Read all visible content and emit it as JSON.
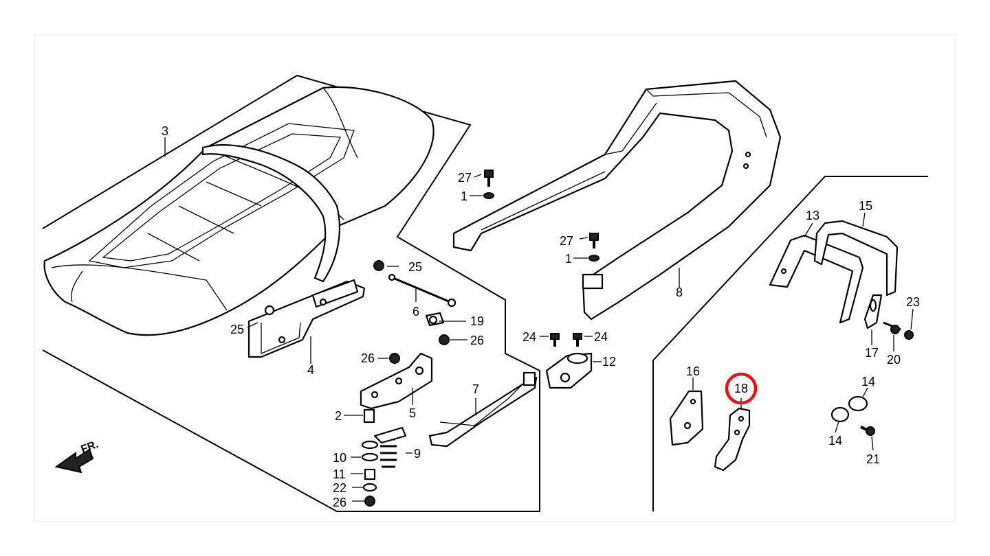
{
  "diagram": {
    "front_marker": "FR.",
    "highlight_color": "#e0141c",
    "highlighted_part": "18",
    "part_labels": {
      "p3": "3",
      "p4": "4",
      "p25a": "25",
      "p25b": "25",
      "p6": "6",
      "p19": "19",
      "p26a": "26",
      "p26b": "26",
      "p26c": "26",
      "p5": "5",
      "p2": "2",
      "p7": "7",
      "p9": "9",
      "p10": "10",
      "p11": "11",
      "p22": "22",
      "p27a": "27",
      "p1a": "1",
      "p27b": "27",
      "p1b": "1",
      "p8": "8",
      "p24a": "24",
      "p24b": "24",
      "p12": "12",
      "p13": "13",
      "p15": "15",
      "p23": "23",
      "p17": "17",
      "p20": "20",
      "p16": "16",
      "p18": "18",
      "p14a": "14",
      "p14b": "14",
      "p21": "21"
    }
  }
}
